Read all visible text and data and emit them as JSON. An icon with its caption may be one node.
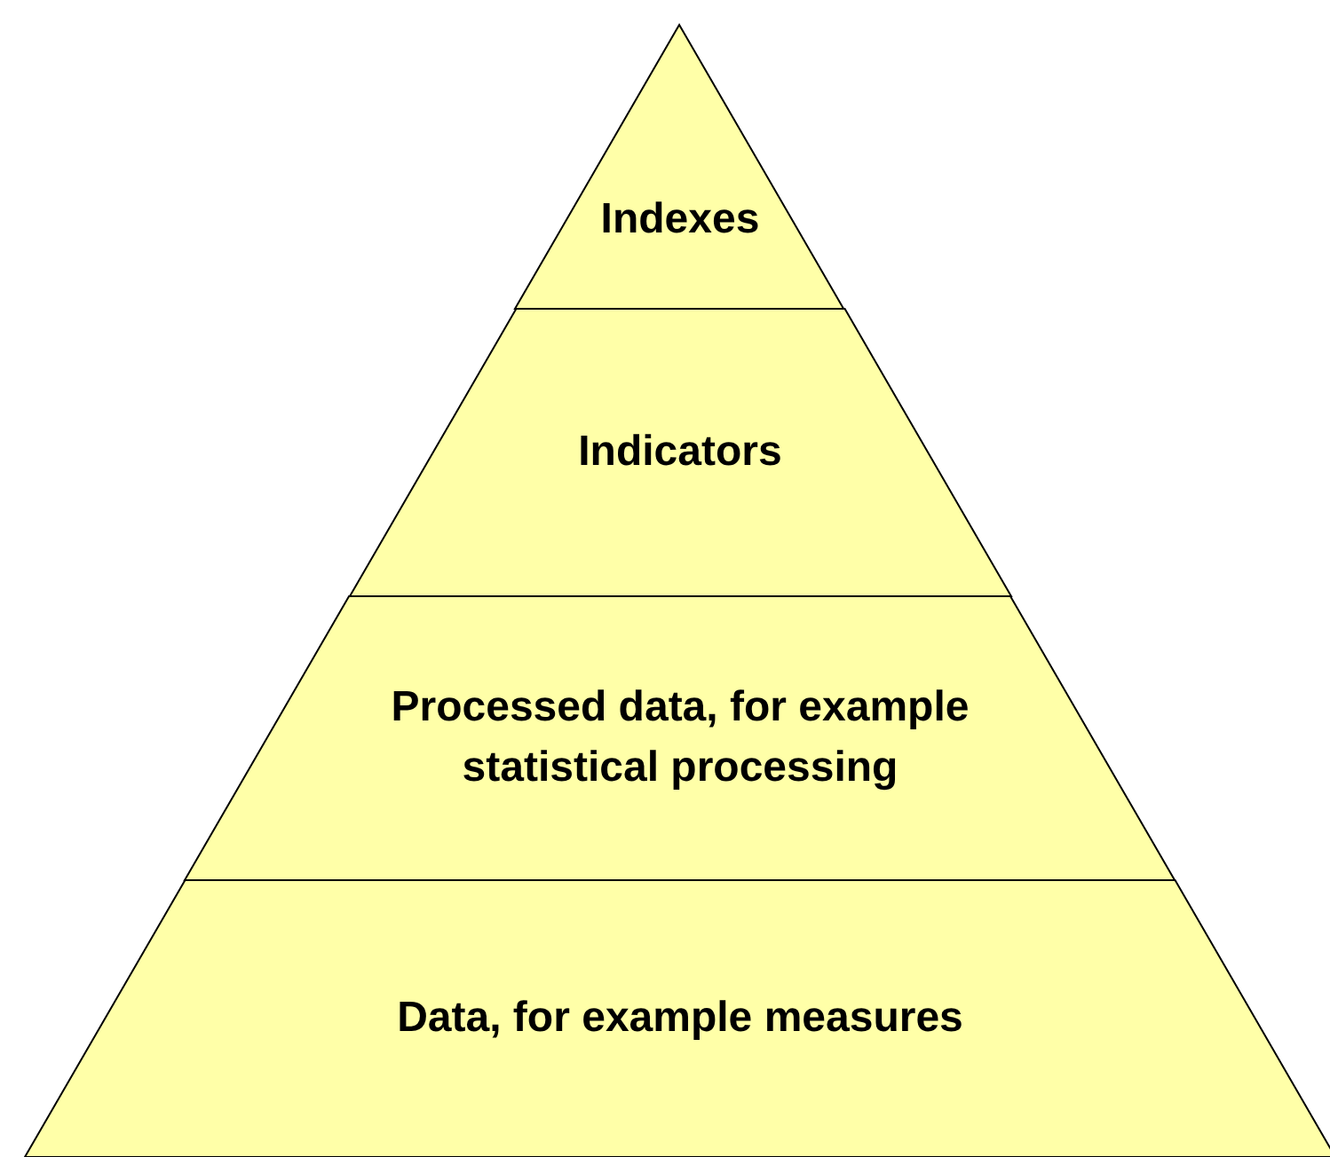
{
  "diagram": {
    "nodes": [
      {
        "text": [
          "Indexes"
        ]
      },
      {
        "text": [
          "Indicators"
        ]
      },
      {
        "text": [
          "Processed data, for example statistical processing"
        ]
      },
      {
        "text": [
          "Data, for example measures"
        ]
      }
    ]
  }
}
